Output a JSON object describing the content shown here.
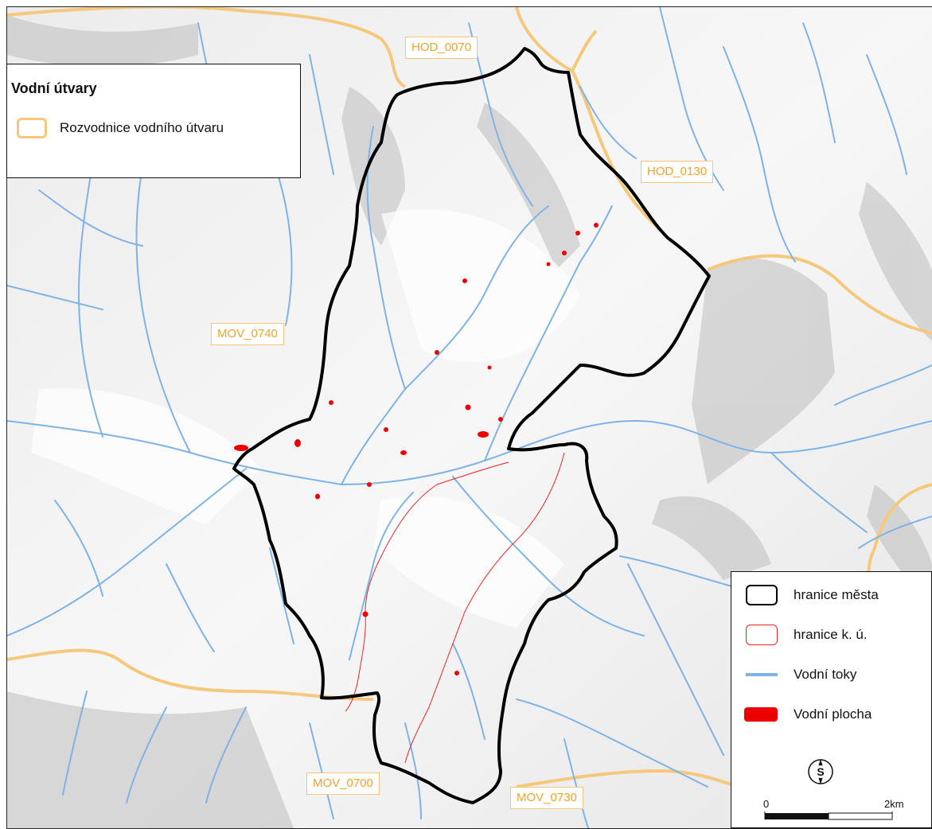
{
  "map": {
    "water_body_codes": [
      "HOD_0070",
      "HOD_0130",
      "MOV_0740",
      "MOV_0700",
      "MOV_0730"
    ]
  },
  "legend_top": {
    "title": "Vodní útvary",
    "item_label": "Rozvodnice vodního útvaru"
  },
  "legend_bottom": {
    "items": [
      {
        "label": "hranice města",
        "symbol": "black-outline"
      },
      {
        "label": "hranice k. ú.",
        "symbol": "red-outline"
      },
      {
        "label": "Vodní toky",
        "symbol": "blue-line"
      },
      {
        "label": "Vodní plocha",
        "symbol": "red-fill"
      }
    ],
    "north_letter": "S",
    "scale": {
      "start": "0",
      "end": "2km"
    }
  },
  "colors": {
    "city_boundary": "#000000",
    "cadastral_boundary": "#e8262b",
    "streams": "#7fb3e6",
    "water_area": "#ee0000",
    "watershed_divide": "#f5c87d",
    "label_text": "#f0a32a"
  }
}
